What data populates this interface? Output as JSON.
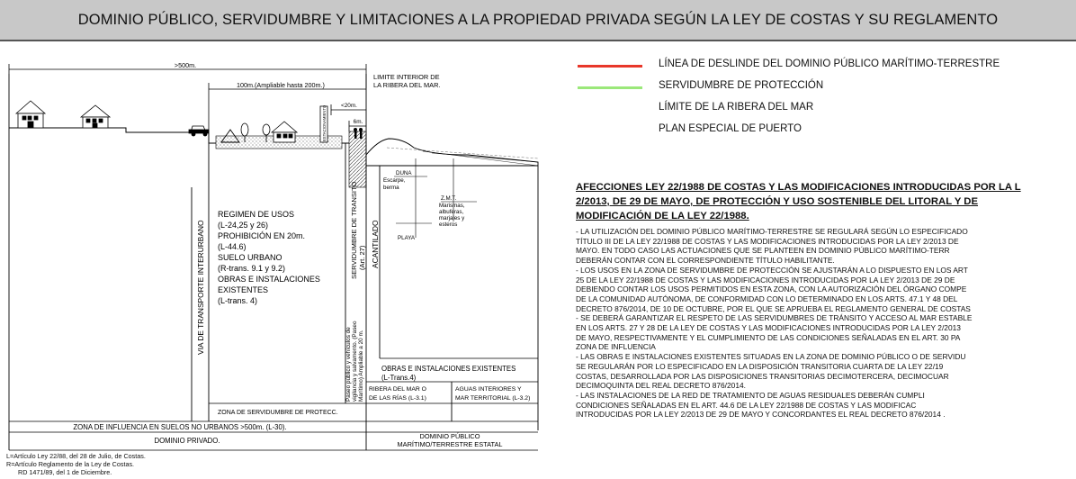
{
  "title": "DOMINIO PÚBLICO, SERVIDUMBRE Y LIMITACIONES A LA PROPIEDAD PRIVADA SEGÚN LA LEY DE COSTAS Y SU REGLAMENTO",
  "diagram": {
    "dim_500": ">500m.",
    "dim_100": "100m.(Ampliable hasta 200m.)",
    "dim_20": "<20m.",
    "dim_6": "6m.",
    "limite_interior": [
      "LIMITE INTERIOR DE",
      "LA RIBERA DEL MAR."
    ],
    "estacionamiento": "ESTACIONAMIENTO",
    "duna": [
      "DUNA",
      "Escarpe,",
      "berma"
    ],
    "zmt": [
      "Z.M.T.",
      "Marismas,",
      "albuferas,",
      "marjales y",
      "esteros"
    ],
    "playa": "PLAYA",
    "acantilado": "ACANTILADO",
    "via_transporte": "VIA DE TRANSPORTE INTERURBANO",
    "servidumbre_transito": [
      "SERVIDUMBRE DE TRANSITO",
      "(Art. 27)"
    ],
    "paseo_maritimo": [
      "Paseo público y vehículos de",
      "vigilancia y salvamento. (Paseo",
      "Marítimo) Ampliable a 20 m."
    ],
    "regimen_usos": [
      "REGIMEN DE USOS",
      "(L-24,25 y 26)",
      "PROHIBICIÓN EN 20m.",
      "(L-44.6)",
      "SUELO URBANO",
      "(R-trans. 9.1 y 9.2)",
      "OBRAS E INSTALACIONES",
      "EXISTENTES",
      "(L-trans. 4)"
    ],
    "obras_existentes": [
      "OBRAS E INSTALACIONES EXISTENTES",
      "(L-Trans.4)"
    ],
    "ribera_rias": [
      "RIBERA DEL MAR O",
      "DE LAS RÍAS (L-3.1)"
    ],
    "aguas_interiores": [
      "AGUAS INTERIORES Y",
      "MAR TERRITORIAL (L-3.2)"
    ],
    "zona_servidumbre": "ZONA DE SERVIDUMBRE DE PROTECC.",
    "zona_influencia": "ZONA DE INFLUENCIA EN SUELOS NO URBANOS >500m. (L-30).",
    "dominio_privado": "DOMINIO PRIVADO.",
    "dominio_publico": [
      "DOMINIO PÚBLICO",
      "MARÍTIMO/TERRESTRE ESTATAL"
    ]
  },
  "footnotes": [
    "L=Artículo Ley 22/88, del 28 de Julio, de Costas.",
    "R=Artículo Reglamento de la Ley de Costas.",
    "RD 1471/89, del 1 de Diciembre."
  ],
  "legend": [
    {
      "label": "LÍNEA DE DESLINDE DEL DOMINIO PÚBLICO MARÍTIMO-TERRESTRE",
      "color": "#e8372a",
      "style": "solid"
    },
    {
      "label": "SERVIDUMBRE DE PROTECCIÓN",
      "color": "#9be87a",
      "style": "solid"
    },
    {
      "label": "LÍMITE DE LA RIBERA DEL MAR",
      "color": "#57b8f0",
      "style": "dashdot"
    },
    {
      "label": "PLAN ESPECIAL DE PUERTO",
      "color": "#2e9a3c",
      "style": "dashed"
    }
  ],
  "afecciones": {
    "title": [
      "AFECCIONES LEY 22/1988 DE COSTAS Y LAS MODIFICACIONES INTRODUCIDAS POR LA L",
      "2/2013, DE 29 DE MAYO, DE PROTECCIÓN  Y USO SOSTENIBLE DEL LITORAL Y DE",
      "MODIFICACIÓN DE LA LEY 22/1988."
    ],
    "lines": [
      "- LA UTILIZACIÓN DEL DOMINIO PÚBLICO MARÍTIMO-TERRESTRE SE REGULARÁ SEGÚN LO ESPECIFICADO",
      "TÍTULO III DE LA LEY 22/1988 DE COSTAS Y LAS MODIFICACIONES INTRODUCIDAS POR LA LEY 2/2013 DE",
      "MAYO. EN TODO CASO LAS ACTUACIONES QUE SE PLANTEEN EN DOMINIO PÚBLICO MARÍTIMO-TERR",
      "DEBERÁN CONTAR CON EL CORRESPONDIENTE TÍTULO HABILITANTE.",
      "- LOS USOS EN LA ZONA DE SERVIDUMBRE DE PROTECCIÓN SE AJUSTARÁN A LO DISPUESTO EN LOS ART",
      "25 DE LA LEY 22/1988 DE COSTAS Y LAS MODIFICACIONES INTRODUCIDAS POR LA LEY 2/2013 DE 29 DE",
      "DEBIENDO CONTAR LOS USOS PERMITIDOS EN ESTA ZONA, CON LA AUTORIZACIÓN DEL ÓRGANO COMPE",
      "DE LA COMUNIDAD AUTÓNOMA, DE CONFORMIDAD CON LO DETERMINADO EN LOS ARTS. 47.1 Y 48 DEL",
      "DECRETO 876/2014, DE 10 DE OCTUBRE, POR EL QUE SE APRUEBA EL REGLAMENTO GENERAL DE COSTAS",
      "- SE DEBERÁ GARANTIZAR EL RESPETO DE LAS SERVIDUMBRES DE TRÁNSITO Y ACCESO AL MAR ESTABLE",
      "EN LOS ARTS. 27 Y 28 DE LA LEY DE COSTAS Y LAS MODIFICACIONES INTRODUCIDAS POR LA LEY 2/2013",
      "DE MAYO, RESPECTIVAMENTE Y EL CUMPLIMIENTO DE LAS CONDICIONES SEÑALADAS EN EL ART. 30 PA",
      "ZONA DE INFLUENCIA",
      "- LAS OBRAS E INSTALACIONES EXISTENTES SITUADAS EN LA ZONA DE DOMINIO PÚBLICO O DE SERVIDU",
      "SE REGULARÁN POR LO ESPECIFICADO EN LA DISPOSICIÓN TRANSITORIA CUARTA DE LA LEY 22/19",
      "COSTAS, DESARROLLADA POR LAS DISPOSICIONES TRANSITORIAS DECIMOTERCERA, DECIMOCUAR",
      "DECIMOQUINTA DEL REAL DECRETO 876/2014.",
      "- LAS INSTALACIONES DE LA RED DE TRATAMIENTO DE AGUAS RESIDUALES DEBERÁN CUMPLI",
      "CONDICIONES SEÑALADAS EN EL ART. 44.6 DE LA LEY 22/1988 DE COSTAS Y LAS MODIFICAC",
      "INTRODUCIDAS POR LA LEY 2/2013 DE 29 DE MAYO Y CONCORDANTES EL REAL DECRETO 876/2014 ."
    ]
  }
}
